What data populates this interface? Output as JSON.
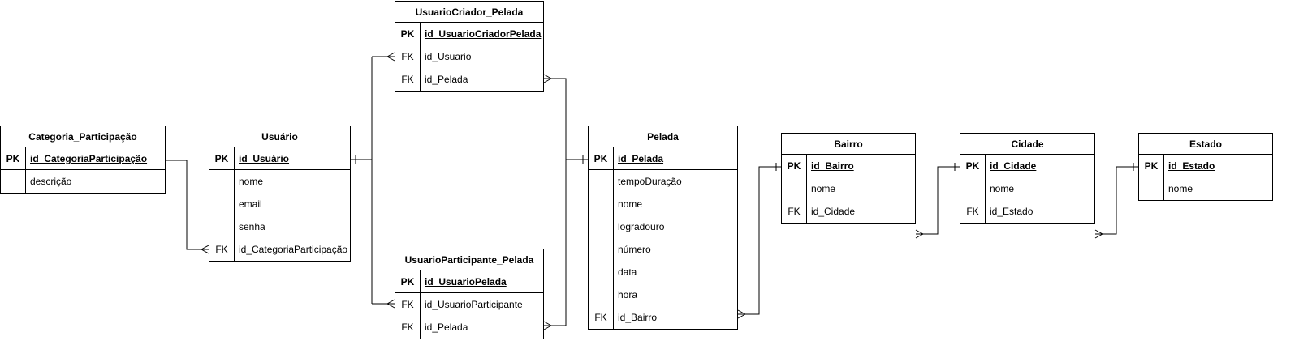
{
  "entities": {
    "categoria": {
      "title": "Categoria_Participação",
      "fields": [
        {
          "key": "PK",
          "name": "id_CategoriaParticipação"
        },
        {
          "key": "",
          "name": "descrição"
        }
      ]
    },
    "usuario": {
      "title": "Usuário",
      "fields": [
        {
          "key": "PK",
          "name": "id_Usuário"
        },
        {
          "key": "",
          "name": "nome"
        },
        {
          "key": "",
          "name": "email"
        },
        {
          "key": "",
          "name": "senha"
        },
        {
          "key": "FK",
          "name": "id_CategoriaParticipação"
        }
      ]
    },
    "criador": {
      "title": "UsuarioCriador_Pelada",
      "fields": [
        {
          "key": "PK",
          "name": "id_UsuarioCriadorPelada"
        },
        {
          "key": "FK",
          "name": "id_Usuario"
        },
        {
          "key": "FK",
          "name": "id_Pelada"
        }
      ]
    },
    "participante": {
      "title": "UsuarioParticipante_Pelada",
      "fields": [
        {
          "key": "PK",
          "name": "id_UsuarioPelada"
        },
        {
          "key": "FK",
          "name": "id_UsuarioParticipante"
        },
        {
          "key": "FK",
          "name": "id_Pelada"
        }
      ]
    },
    "pelada": {
      "title": "Pelada",
      "fields": [
        {
          "key": "PK",
          "name": "id_Pelada"
        },
        {
          "key": "",
          "name": "tempoDuração"
        },
        {
          "key": "",
          "name": "nome"
        },
        {
          "key": "",
          "name": "logradouro"
        },
        {
          "key": "",
          "name": "número"
        },
        {
          "key": "",
          "name": "data"
        },
        {
          "key": "",
          "name": "hora"
        },
        {
          "key": "FK",
          "name": "id_Bairro"
        }
      ]
    },
    "bairro": {
      "title": "Bairro",
      "fields": [
        {
          "key": "PK",
          "name": "id_Bairro"
        },
        {
          "key": "",
          "name": "nome"
        },
        {
          "key": "FK",
          "name": "id_Cidade"
        }
      ]
    },
    "cidade": {
      "title": "Cidade",
      "fields": [
        {
          "key": "PK",
          "name": "id_Cidade"
        },
        {
          "key": "",
          "name": "nome"
        },
        {
          "key": "FK",
          "name": "id_Estado"
        }
      ]
    },
    "estado": {
      "title": "Estado",
      "fields": [
        {
          "key": "PK",
          "name": "id_Estado"
        },
        {
          "key": "",
          "name": "nome"
        }
      ]
    }
  }
}
